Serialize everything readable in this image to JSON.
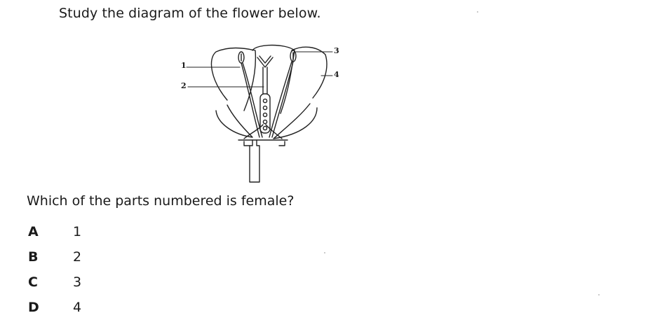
{
  "instruction": "Study the diagram of the flower below.",
  "diagram": {
    "labels": [
      "1",
      "2",
      "3",
      "4"
    ]
  },
  "question": "Which of the parts numbered is female?",
  "options": [
    {
      "letter": "A",
      "value": "1"
    },
    {
      "letter": "B",
      "value": "2"
    },
    {
      "letter": "C",
      "value": "3"
    },
    {
      "letter": "D",
      "value": "4"
    }
  ]
}
